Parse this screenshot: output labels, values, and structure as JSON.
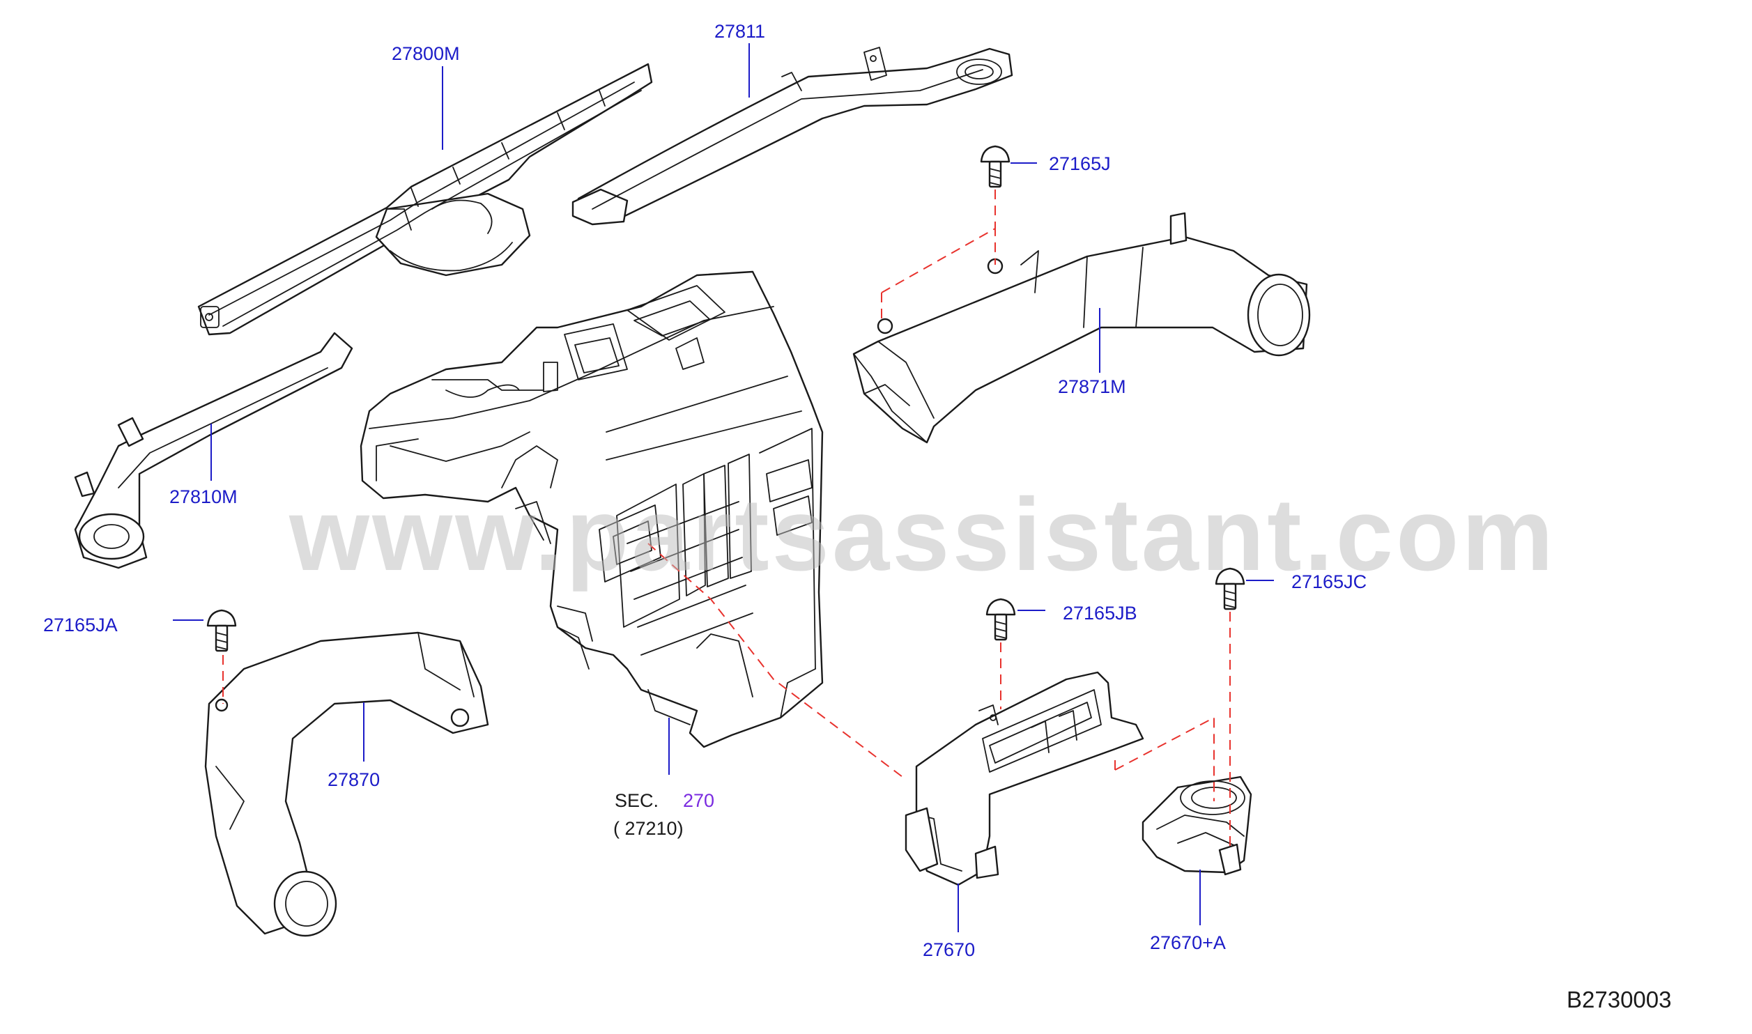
{
  "labels": {
    "p27800M": "27800M",
    "p27811": "27811",
    "p27165J": "27165J",
    "p27871M": "27871M",
    "p27810M": "27810M",
    "p27165JA": "27165JA",
    "p27870": "27870",
    "sec_prefix": "SEC.",
    "sec_number": "270",
    "sec_sub": "(  27210)",
    "p27165JB": "27165JB",
    "p27165JC": "27165JC",
    "p27670": "27670",
    "p27670A": "27670+A"
  },
  "watermark": "www.partsassistant.com",
  "diagram_code": "B2730003",
  "colors": {
    "label": "#1c1cc8",
    "section_ref": "#7a2be0",
    "dashed_line": "#e8322d",
    "outline": "#1a1a1a"
  }
}
